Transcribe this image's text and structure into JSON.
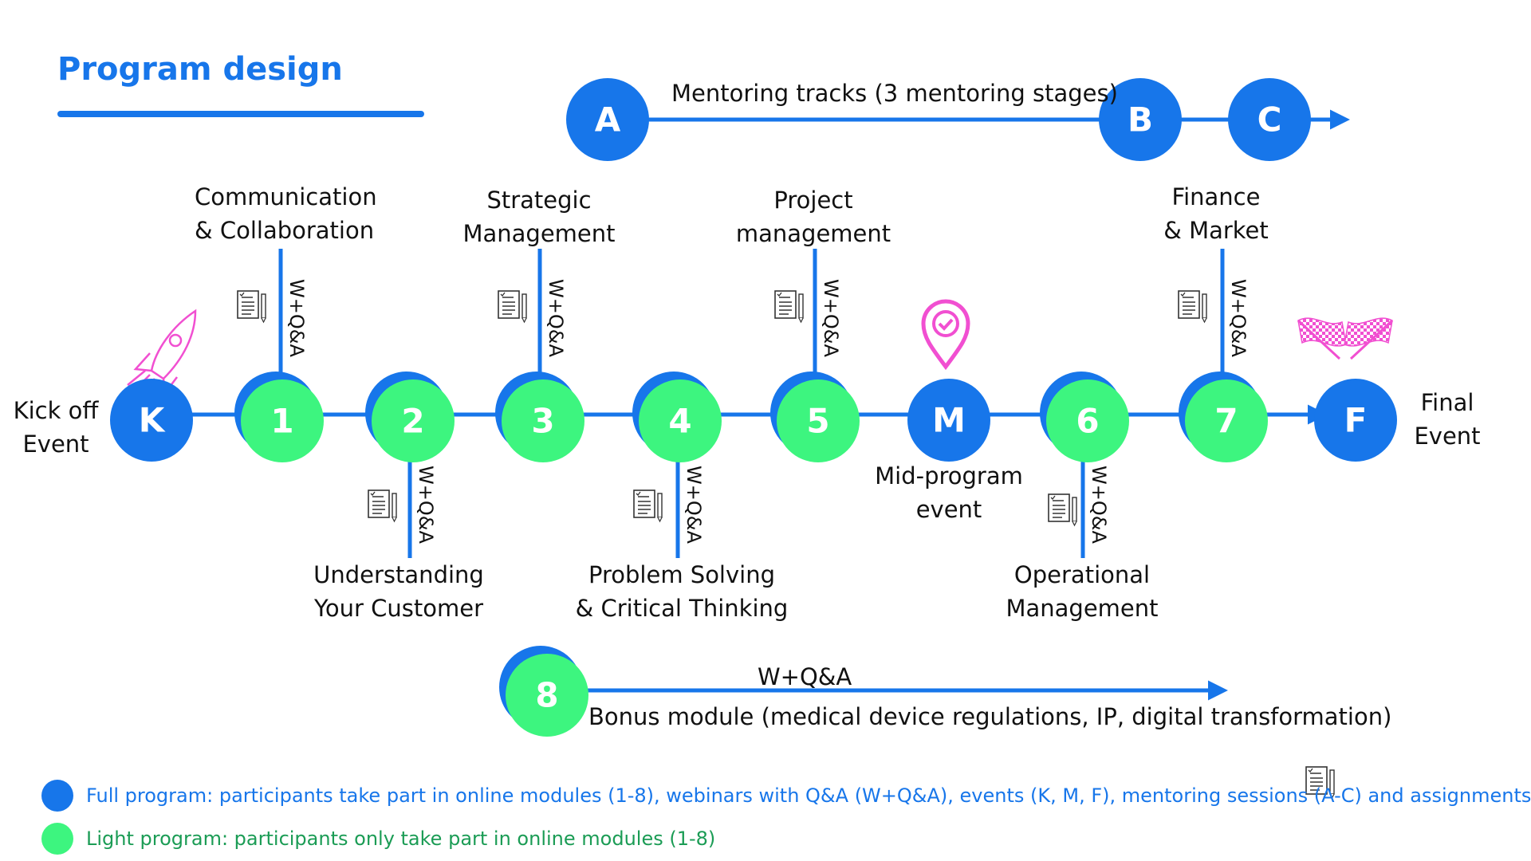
{
  "title": "Program design",
  "colors": {
    "full": "#1776ea",
    "full_dark": "#0b63d7",
    "light": "#3df57f",
    "accent_pink": "#f14fd1",
    "ink": "#111111",
    "legend_full_text": "#1776ea",
    "legend_light_text": "#1b9c55"
  },
  "mentoring": {
    "label": "Mentoring tracks (3 mentoring stages)",
    "stages": [
      "A",
      "B",
      "C"
    ]
  },
  "events": {
    "kickoff": {
      "letter": "K",
      "label_lines": [
        "Kick off",
        "Event"
      ]
    },
    "mid": {
      "letter": "M",
      "label_lines": [
        "Mid-program",
        "event"
      ]
    },
    "final": {
      "letter": "F",
      "label_lines": [
        "Final",
        "Event"
      ]
    }
  },
  "modules": [
    {
      "num": "1",
      "label_lines": [
        "Communication",
        "& Collaboration"
      ],
      "wqa": "W+Q&A"
    },
    {
      "num": "2",
      "label_lines": [
        "Understanding",
        "Your Customer"
      ],
      "wqa": "W+Q&A"
    },
    {
      "num": "3",
      "label_lines": [
        "Strategic",
        "Management"
      ],
      "wqa": "W+Q&A"
    },
    {
      "num": "4",
      "label_lines": [
        "Problem Solving",
        "& Critical Thinking"
      ],
      "wqa": "W+Q&A"
    },
    {
      "num": "5",
      "label_lines": [
        "Project",
        "management"
      ],
      "wqa": "W+Q&A"
    },
    {
      "num": "6",
      "label_lines": [
        "Operational",
        "Management"
      ],
      "wqa": "W+Q&A"
    },
    {
      "num": "7",
      "label_lines": [
        "Finance",
        "& Market"
      ],
      "wqa": "W+Q&A"
    }
  ],
  "bonus": {
    "num": "8",
    "wqa": "W+Q&A",
    "label": "Bonus module (medical device regulations, IP, digital transformation)"
  },
  "legend": {
    "full": "Full program: participants take part in online modules (1-8), webinars with Q&A (W+Q&A), events (K, M, F), mentoring sessions (A-C) and assignments",
    "light": "Light program: participants only take part in online modules (1-8)"
  },
  "icons": {
    "kickoff": "rocket-icon",
    "mid": "location-pin-check-icon",
    "final": "checkered-flags-icon",
    "assignment": "assignment-document-icon"
  }
}
